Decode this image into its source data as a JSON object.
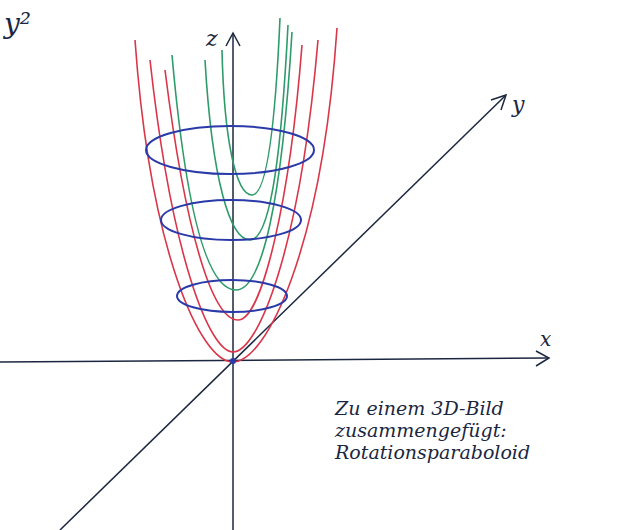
{
  "diagram": {
    "labels": [
      "y²",
      "z",
      "y",
      "x",
      "Zu einem 3D-Bild zusammengefügt: Rotationsparaboloid"
    ]
  }
}
